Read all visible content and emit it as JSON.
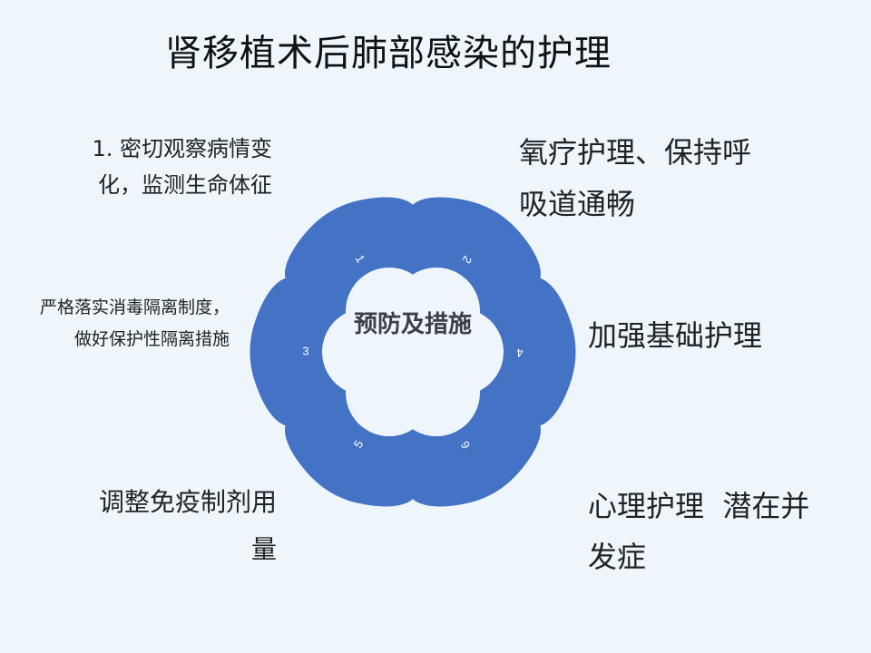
{
  "title": "肾移植术后肺部感染的护理",
  "diagram": {
    "center_label": "预防及措施",
    "petal_color": "#4472c4",
    "petals": [
      {
        "number": "1",
        "text": "1. 密切观察病情变化，监测生命体征"
      },
      {
        "number": "2",
        "text": "氧疗护理、保持呼吸道通畅"
      },
      {
        "number": "3",
        "text": "严格落实消毒隔离制度，做好保护性隔离措施"
      },
      {
        "number": "4",
        "text": "加强基础护理"
      },
      {
        "number": "5",
        "text": "调整免疫制剂用量"
      },
      {
        "number": "6",
        "text": "心理护理  潜在并发症"
      }
    ]
  }
}
